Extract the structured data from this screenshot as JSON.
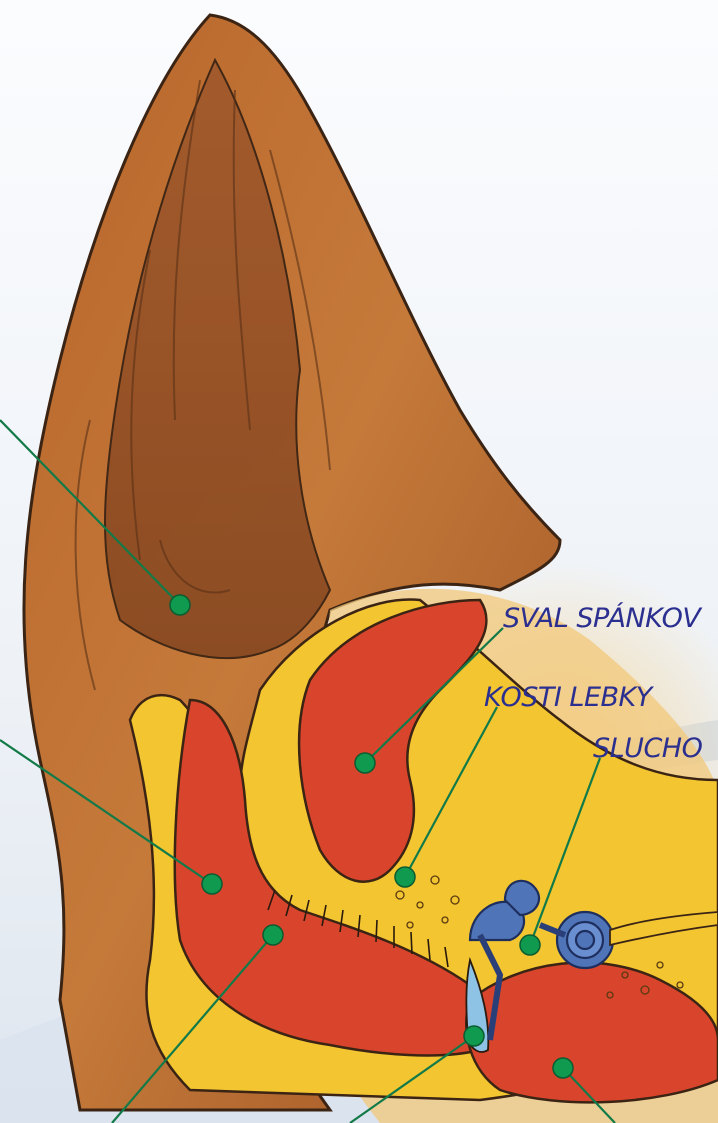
{
  "labels": {
    "temporal_muscle": "SVAL SPÁNKOV",
    "skull_bones": "KOSTI LEBKY",
    "hearing_organ": "SLUCHO"
  },
  "colors": {
    "leader_line": "#127a48",
    "marker": "#0f9a4f",
    "label_text": "#2b2f8f",
    "pinna_outer": "#c0702e",
    "pinna_inner": "#a35a25",
    "cartilage_yellow": "#f2c531",
    "canal_red": "#d8452c",
    "inner_ear_blue": "#4f74b8"
  }
}
